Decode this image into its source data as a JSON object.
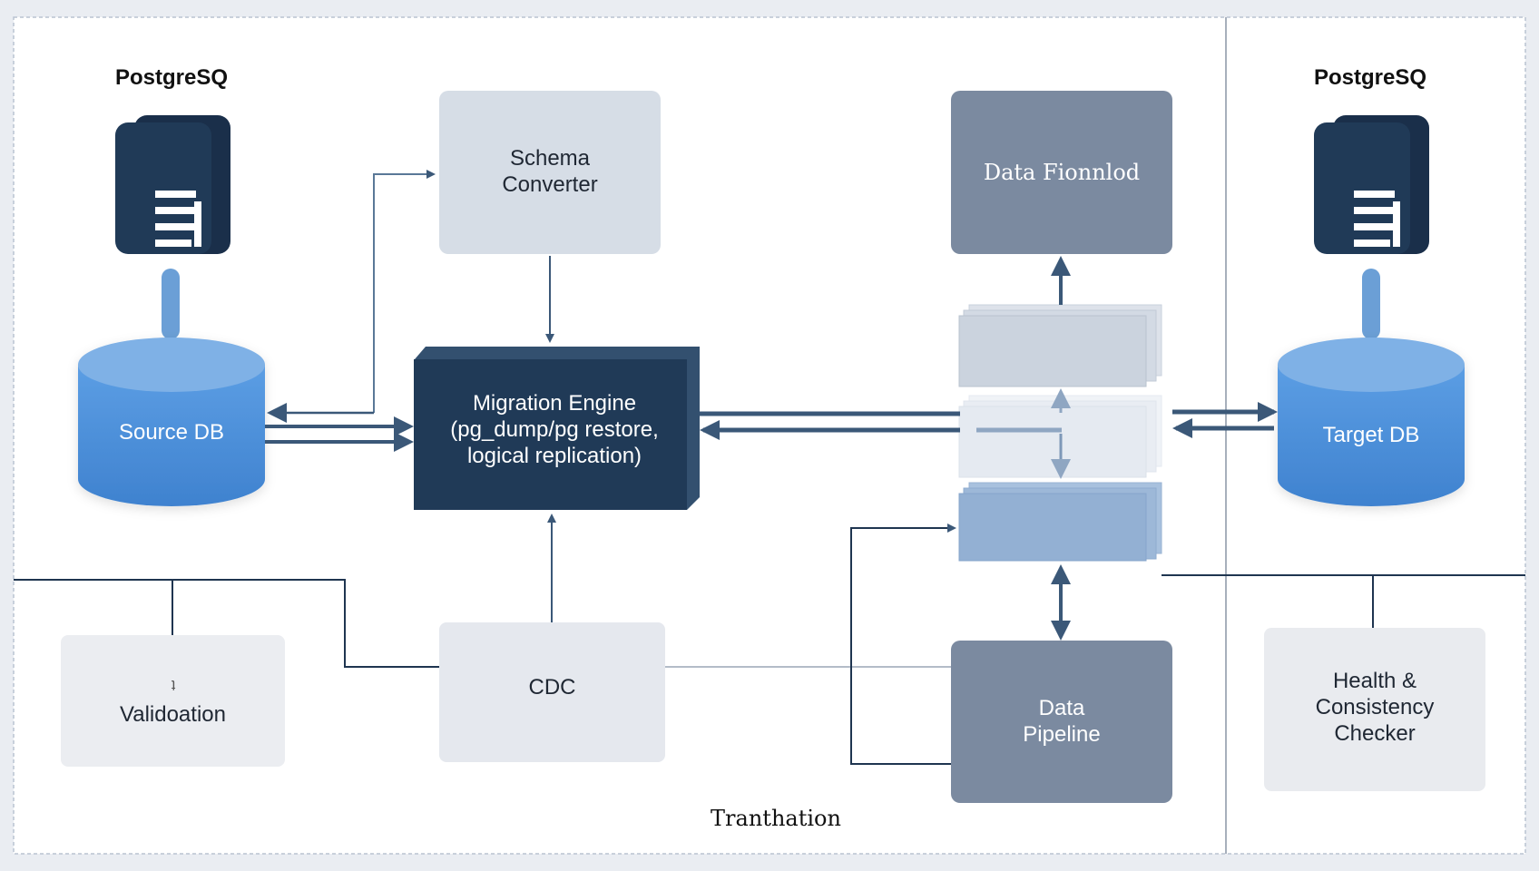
{
  "left_title": "PostgreSQ",
  "right_title": "PostgreSQ",
  "nodes": {
    "source_db": "Source DB",
    "target_db": "Target DB",
    "schema_converter": [
      "Schema",
      "Converter"
    ],
    "migration_engine": [
      "Migration Engine",
      "(pg_dump/pg restore,",
      "logical replication)"
    ],
    "data_formatter": "Data Fionnlod",
    "validation": "Validoation",
    "validation_mark": "ʇ",
    "cdc": "CDC",
    "data_pipeline": [
      "Data",
      "Pipeline"
    ],
    "health_checker": [
      "Health &",
      "Consistency",
      "Checker"
    ]
  },
  "footer_label": "Tranthation",
  "colors": {
    "navy": "#203a57",
    "db_blue": "#4a8fd8",
    "slate": "#7b8aa0",
    "light_box": "#d6dde6",
    "pale_box": "#e5e8ee",
    "arrow": "#3b5878"
  }
}
